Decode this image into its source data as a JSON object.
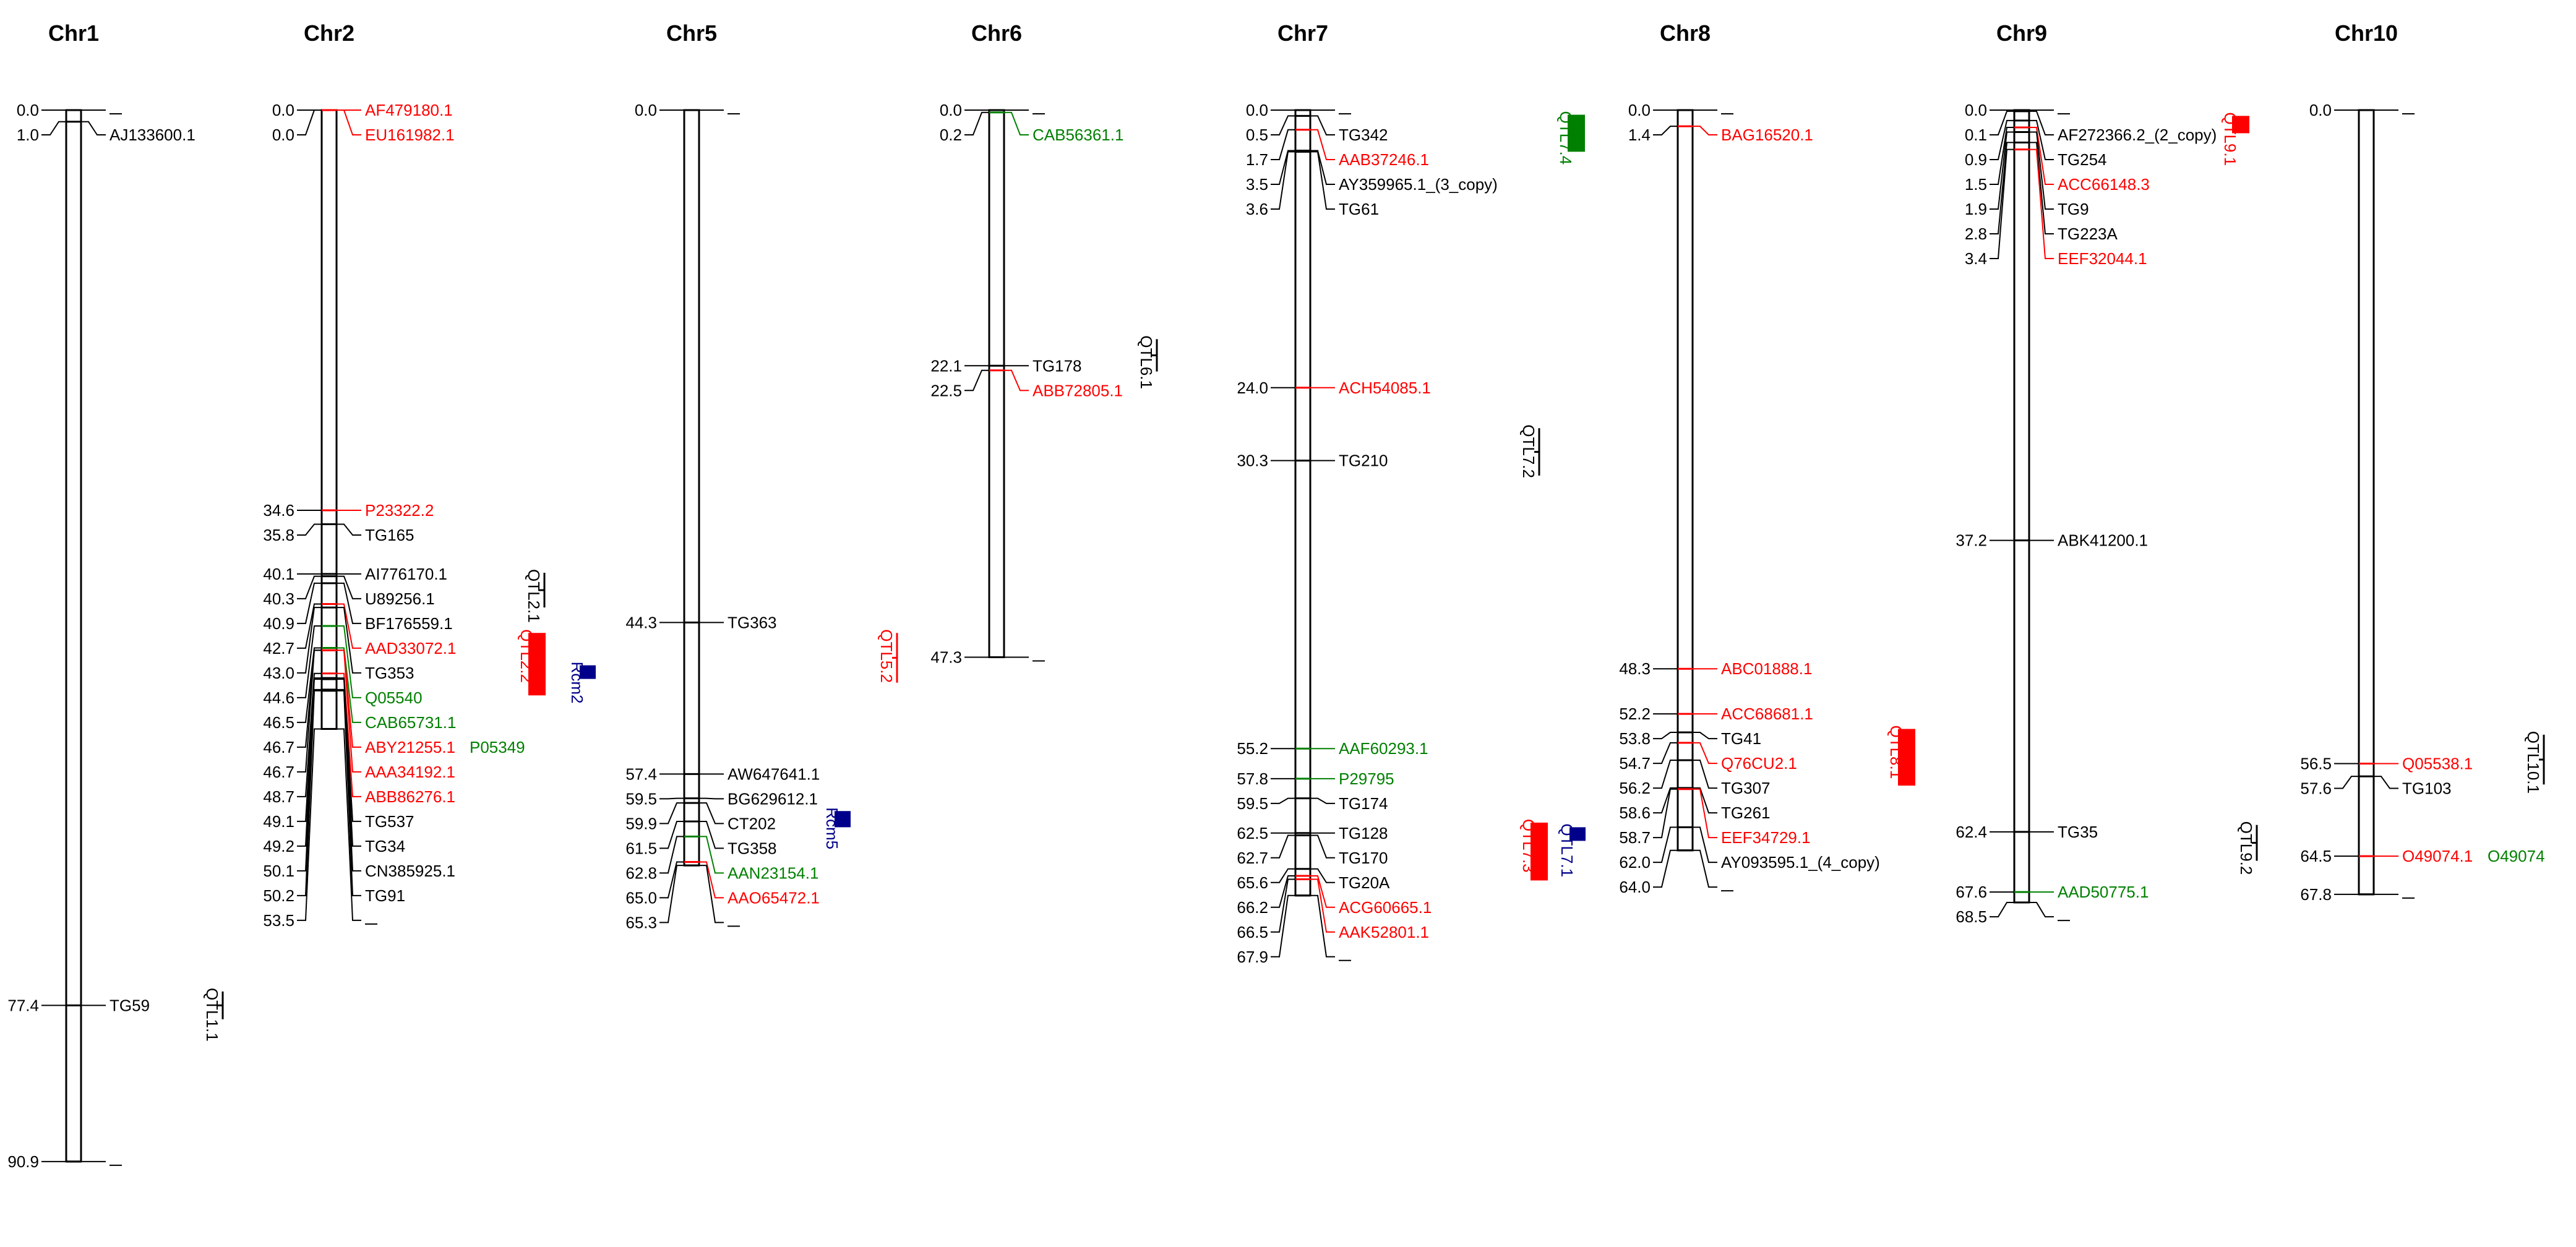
{
  "colors": {
    "black": "#000000",
    "red": "#ff0000",
    "green": "#008000",
    "blue": "#00008b"
  },
  "chromosomes": [
    {
      "name": "Chr1",
      "length": 90.9,
      "markers": [
        {
          "pos": 0.0,
          "label": "",
          "c": "black"
        },
        {
          "pos": 1.0,
          "label": "AJ133600.1",
          "c": "black"
        },
        {
          "pos": 77.4,
          "label": "TG59",
          "c": "black"
        },
        {
          "pos": 90.9,
          "label": "",
          "c": "black"
        }
      ],
      "qtls": [
        {
          "label": "QTL1.1",
          "c": "black",
          "style": "line",
          "start": 76.2,
          "end": 78.6
        }
      ]
    },
    {
      "name": "Chr2",
      "length": 53.5,
      "markers": [
        {
          "pos": 0.0,
          "label": "AF479180.1",
          "c": "red"
        },
        {
          "pos": 0.0,
          "label": "EU161982.1",
          "c": "red"
        },
        {
          "pos": 34.6,
          "label": "P23322.2",
          "c": "red"
        },
        {
          "pos": 35.8,
          "label": "TG165",
          "c": "black"
        },
        {
          "pos": 40.1,
          "label": "AI776170.1",
          "c": "black"
        },
        {
          "pos": 40.3,
          "label": "U89256.1",
          "c": "black"
        },
        {
          "pos": 40.9,
          "label": "BF176559.1",
          "c": "black"
        },
        {
          "pos": 42.7,
          "label": "AAD33072.1",
          "c": "red"
        },
        {
          "pos": 43.0,
          "label": "TG353",
          "c": "black"
        },
        {
          "pos": 44.6,
          "label": "Q05540",
          "c": "green"
        },
        {
          "pos": 46.5,
          "label": "CAB65731.1",
          "c": "green"
        },
        {
          "pos": 46.7,
          "label": "ABY21255.1",
          "c": "red",
          "label2": "P05349",
          "c2": "green"
        },
        {
          "pos": 46.7,
          "label": "AAA34192.1",
          "c": "red"
        },
        {
          "pos": 48.7,
          "label": "ABB86276.1",
          "c": "red"
        },
        {
          "pos": 49.1,
          "label": "TG537",
          "c": "black"
        },
        {
          "pos": 49.2,
          "label": "TG34",
          "c": "black"
        },
        {
          "pos": 50.1,
          "label": "CN385925.1",
          "c": "black"
        },
        {
          "pos": 50.2,
          "label": "TG91",
          "c": "black"
        },
        {
          "pos": 53.5,
          "label": "",
          "c": "black"
        }
      ],
      "qtls": [
        {
          "label": "QTL2.1",
          "c": "black",
          "style": "line",
          "start": 40.0,
          "end": 43.0
        },
        {
          "label": "QTL2.2",
          "c": "red",
          "style": "bar",
          "start": 45.2,
          "end": 50.6
        },
        {
          "label": "Rcm2",
          "c": "blue",
          "style": "box",
          "start": 48.0,
          "end": 49.0
        }
      ]
    },
    {
      "name": "Chr5",
      "length": 65.3,
      "markers": [
        {
          "pos": 0.0,
          "label": "",
          "c": "black"
        },
        {
          "pos": 44.3,
          "label": "TG363",
          "c": "black"
        },
        {
          "pos": 57.4,
          "label": "AW647641.1",
          "c": "black"
        },
        {
          "pos": 59.5,
          "label": "BG629612.1",
          "c": "black"
        },
        {
          "pos": 59.9,
          "label": "CT202",
          "c": "black"
        },
        {
          "pos": 61.5,
          "label": "TG358",
          "c": "black"
        },
        {
          "pos": 62.8,
          "label": "AAN23154.1",
          "c": "green"
        },
        {
          "pos": 65.0,
          "label": "AAO65472.1",
          "c": "red"
        },
        {
          "pos": 65.3,
          "label": "",
          "c": "black"
        }
      ],
      "qtls": [
        {
          "label": "QTL5.2",
          "c": "red",
          "style": "line",
          "start": 45.2,
          "end": 49.5
        },
        {
          "label": "Rcm5",
          "c": "blue",
          "style": "box",
          "start": 60.6,
          "end": 62.0
        }
      ]
    },
    {
      "name": "Chr6",
      "length": 47.3,
      "markers": [
        {
          "pos": 0.0,
          "label": "",
          "c": "black"
        },
        {
          "pos": 0.2,
          "label": "CAB56361.1",
          "c": "green"
        },
        {
          "pos": 22.1,
          "label": "TG178",
          "c": "black"
        },
        {
          "pos": 22.5,
          "label": "ABB72805.1",
          "c": "red"
        },
        {
          "pos": 47.3,
          "label": "",
          "c": "black"
        }
      ],
      "qtls": [
        {
          "label": "QTL6.1",
          "c": "black",
          "style": "line",
          "start": 19.8,
          "end": 22.6
        }
      ]
    },
    {
      "name": "Chr7",
      "length": 67.9,
      "markers": [
        {
          "pos": 0.0,
          "label": "",
          "c": "black"
        },
        {
          "pos": 0.5,
          "label": "TG342",
          "c": "black"
        },
        {
          "pos": 1.7,
          "label": "AAB37246.1",
          "c": "red"
        },
        {
          "pos": 3.5,
          "label": "AY359965.1_(3_copy)",
          "c": "black"
        },
        {
          "pos": 3.6,
          "label": "TG61",
          "c": "black"
        },
        {
          "pos": 24.0,
          "label": "ACH54085.1",
          "c": "red"
        },
        {
          "pos": 30.3,
          "label": "TG210",
          "c": "black"
        },
        {
          "pos": 55.2,
          "label": "AAF60293.1",
          "c": "green"
        },
        {
          "pos": 57.8,
          "label": "P29795",
          "c": "green"
        },
        {
          "pos": 59.5,
          "label": "TG174",
          "c": "black"
        },
        {
          "pos": 62.5,
          "label": "TG128",
          "c": "black"
        },
        {
          "pos": 62.7,
          "label": "TG170",
          "c": "black"
        },
        {
          "pos": 65.6,
          "label": "TG20A",
          "c": "black"
        },
        {
          "pos": 66.2,
          "label": "ACG60665.1",
          "c": "red"
        },
        {
          "pos": 66.5,
          "label": "AAK52801.1",
          "c": "red"
        },
        {
          "pos": 67.9,
          "label": "",
          "c": "black"
        }
      ],
      "qtls": [
        {
          "label": "QTL7.4",
          "c": "green",
          "style": "bar",
          "start": 0.4,
          "end": 3.6
        },
        {
          "label": "QTL7.2",
          "c": "black",
          "style": "line",
          "start": 27.5,
          "end": 31.6
        },
        {
          "label": "QTL7.1",
          "c": "blue",
          "style": "box",
          "start": 62.0,
          "end": 63.0
        },
        {
          "label": "QTL7.3",
          "c": "red",
          "style": "bar",
          "start": 61.6,
          "end": 66.6
        }
      ]
    },
    {
      "name": "Chr8",
      "length": 64.0,
      "markers": [
        {
          "pos": 0.0,
          "label": "",
          "c": "black"
        },
        {
          "pos": 1.4,
          "label": "BAG16520.1",
          "c": "red"
        },
        {
          "pos": 48.3,
          "label": "ABC01888.1",
          "c": "red"
        },
        {
          "pos": 52.2,
          "label": "ACC68681.1",
          "c": "red"
        },
        {
          "pos": 53.8,
          "label": "TG41",
          "c": "black"
        },
        {
          "pos": 54.7,
          "label": "Q76CU2.1",
          "c": "red"
        },
        {
          "pos": 56.2,
          "label": "TG307",
          "c": "black"
        },
        {
          "pos": 58.6,
          "label": "TG261",
          "c": "black"
        },
        {
          "pos": 58.7,
          "label": "EEF34729.1",
          "c": "red"
        },
        {
          "pos": 62.0,
          "label": "AY093595.1_(4_copy)",
          "c": "black"
        },
        {
          "pos": 64.0,
          "label": "",
          "c": "black"
        }
      ],
      "qtls": [
        {
          "label": "QTL8.1",
          "c": "red",
          "style": "bar",
          "start": 53.5,
          "end": 58.4
        }
      ]
    },
    {
      "name": "Chr9",
      "length": 68.5,
      "markers": [
        {
          "pos": 0.0,
          "label": "",
          "c": "black"
        },
        {
          "pos": 0.1,
          "label": "AF272366.2_(2_copy)",
          "c": "black"
        },
        {
          "pos": 0.9,
          "label": "TG254",
          "c": "black"
        },
        {
          "pos": 1.5,
          "label": "ACC66148.3",
          "c": "red"
        },
        {
          "pos": 1.9,
          "label": "TG9",
          "c": "black"
        },
        {
          "pos": 2.8,
          "label": "TG223A",
          "c": "black"
        },
        {
          "pos": 3.4,
          "label": "EEF32044.1",
          "c": "red"
        },
        {
          "pos": 37.2,
          "label": "ABK41200.1",
          "c": "black"
        },
        {
          "pos": 62.4,
          "label": "TG35",
          "c": "black"
        },
        {
          "pos": 67.6,
          "label": "AAD50775.1",
          "c": "green"
        },
        {
          "pos": 68.5,
          "label": "",
          "c": "black"
        }
      ],
      "qtls": [
        {
          "label": "QTL9.1",
          "c": "red",
          "style": "bar",
          "start": 0.5,
          "end": 2.0
        }
      ]
    },
    {
      "name": "Chr10",
      "length": 67.8,
      "markers": [
        {
          "pos": 0.0,
          "label": "",
          "c": "black"
        },
        {
          "pos": 56.5,
          "label": "Q05538.1",
          "c": "red"
        },
        {
          "pos": 57.6,
          "label": "TG103",
          "c": "black"
        },
        {
          "pos": 64.5,
          "label": "O49074.1",
          "c": "red",
          "label2": "O49074",
          "c2": "green"
        },
        {
          "pos": 67.8,
          "label": "",
          "c": "black"
        }
      ],
      "qtls": [
        {
          "label": "QTL10.1",
          "c": "black",
          "style": "line",
          "start": 54.0,
          "end": 58.3
        },
        {
          "label": "QTL9.2",
          "c": "black",
          "style": "line",
          "start": 61.8,
          "end": 64.9
        }
      ]
    }
  ]
}
